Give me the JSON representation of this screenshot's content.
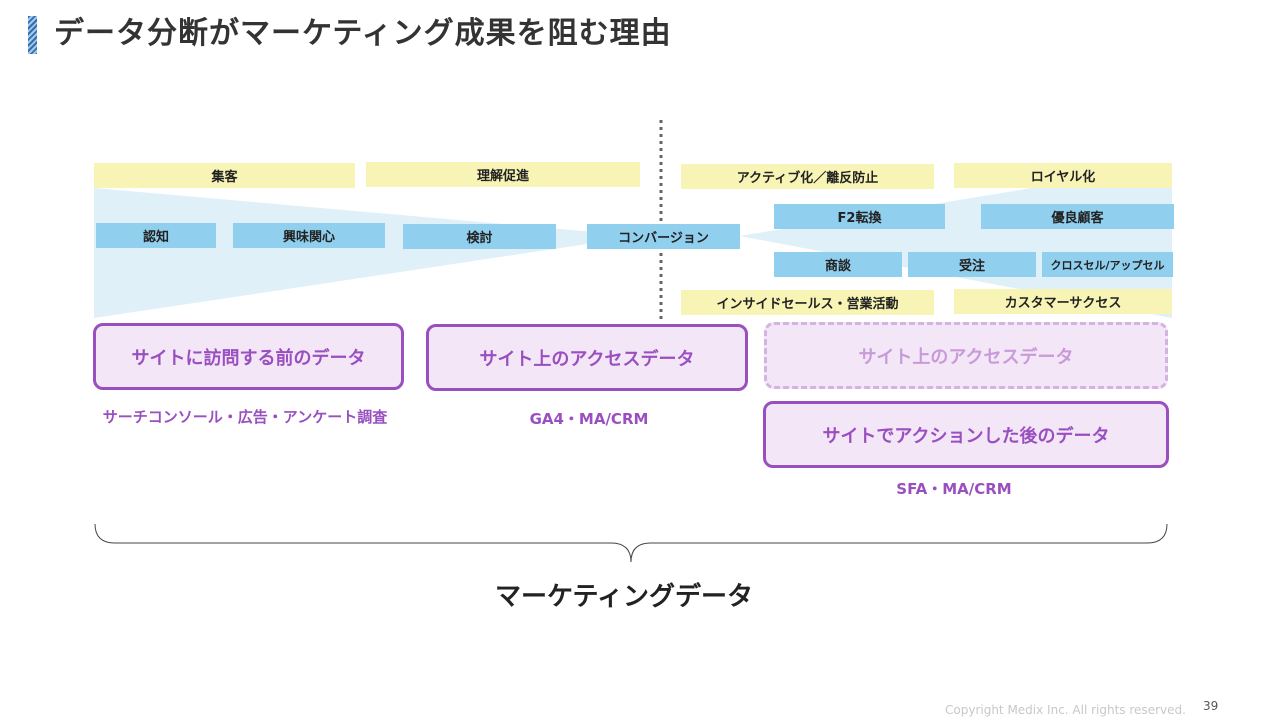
{
  "title": "データ分断がマーケティング成果を阻む理由",
  "stage_labels": {
    "attract": "集客",
    "understand": "理解促進",
    "activate": "アクティブ化／離反防止",
    "loyal": "ロイヤル化",
    "inside_sales": "インサイドセールス・営業活動",
    "customer_success": "カスタマーサクセス"
  },
  "funnel_steps": {
    "awareness": "認知",
    "interest": "興味関心",
    "consideration": "検討",
    "conversion": "コンバージョン",
    "f2": "F2転換",
    "good_customer": "優良顧客",
    "negotiation": "商談",
    "order": "受注",
    "cross_up_sell": "クロスセル/アップセル"
  },
  "data_boxes": {
    "pre_visit": "サイトに訪問する前のデータ",
    "site_access": "サイト上のアクセスデータ",
    "site_access_post": "サイト上のアクセスデータ",
    "post_action": "サイトでアクションした後のデータ"
  },
  "captions": {
    "pre_visit_tools": "サーチコンソール・広告・アンケート調査",
    "site_tools": "GA4・MA/CRM",
    "post_tools": "SFA・MA/CRM"
  },
  "bottom_label": "マーケティングデータ",
  "footer": {
    "copyright": "Copyright Medix Inc. All rights reserved.",
    "page_number": "39"
  },
  "colors": {
    "accent_purple": "#9a4fc0",
    "box_fill": "#f3e6f7",
    "yellow_label": "#f7f4b5",
    "blue_label": "#90cfee",
    "funnel_fill": "#dff0f8"
  }
}
